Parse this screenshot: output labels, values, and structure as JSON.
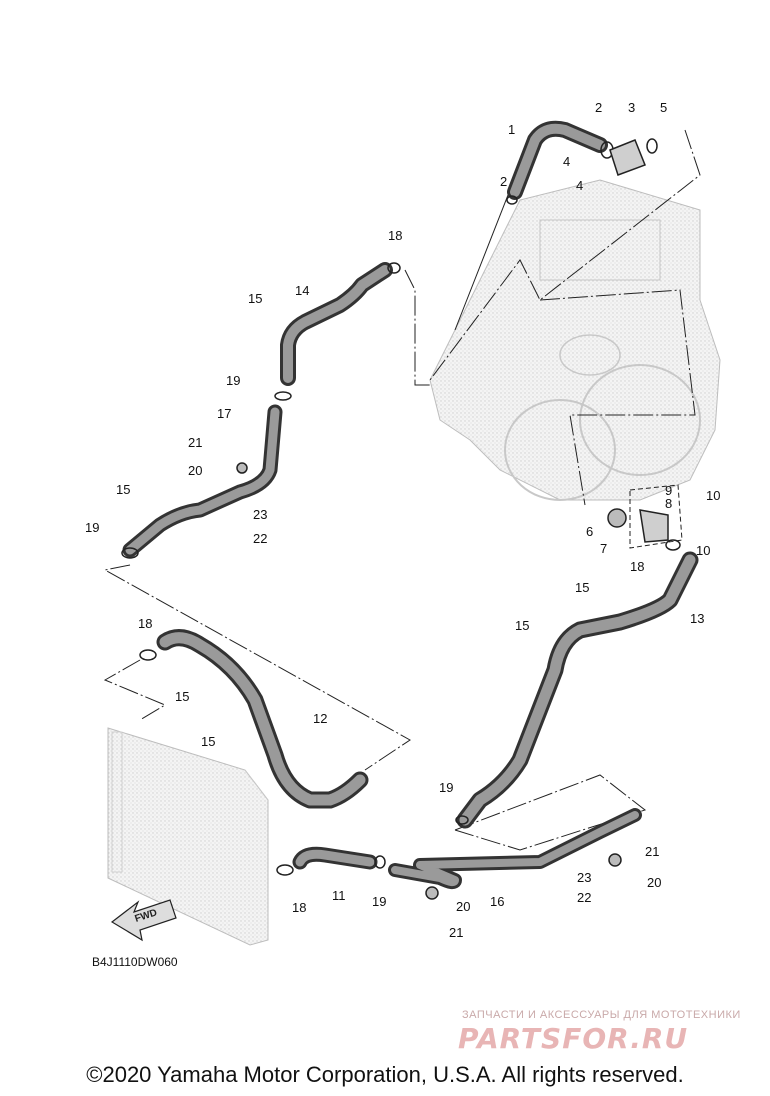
{
  "diagram": {
    "code": "B4J1110DW060",
    "fwd_label": "FWD",
    "callouts": [
      "1",
      "2",
      "2",
      "3",
      "4",
      "4",
      "5",
      "6",
      "7",
      "8",
      "9",
      "10",
      "10",
      "11",
      "12",
      "13",
      "14",
      "15",
      "15",
      "15",
      "15",
      "15",
      "15",
      "17",
      "18",
      "18",
      "18",
      "18",
      "19",
      "19",
      "19",
      "19",
      "20",
      "20",
      "20",
      "21",
      "21",
      "21",
      "22",
      "22",
      "23",
      "23",
      "16"
    ]
  },
  "watermark": {
    "tagline": "ЗАПЧАСТИ И АКСЕССУАРЫ ДЛЯ МОТОТЕХНИКИ",
    "brand": "PARTSFOR.RU",
    "color": "#e8b5b5"
  },
  "footer": {
    "copyright": "©2020 Yamaha Motor Corporation, U.S.A. All rights reserved."
  }
}
